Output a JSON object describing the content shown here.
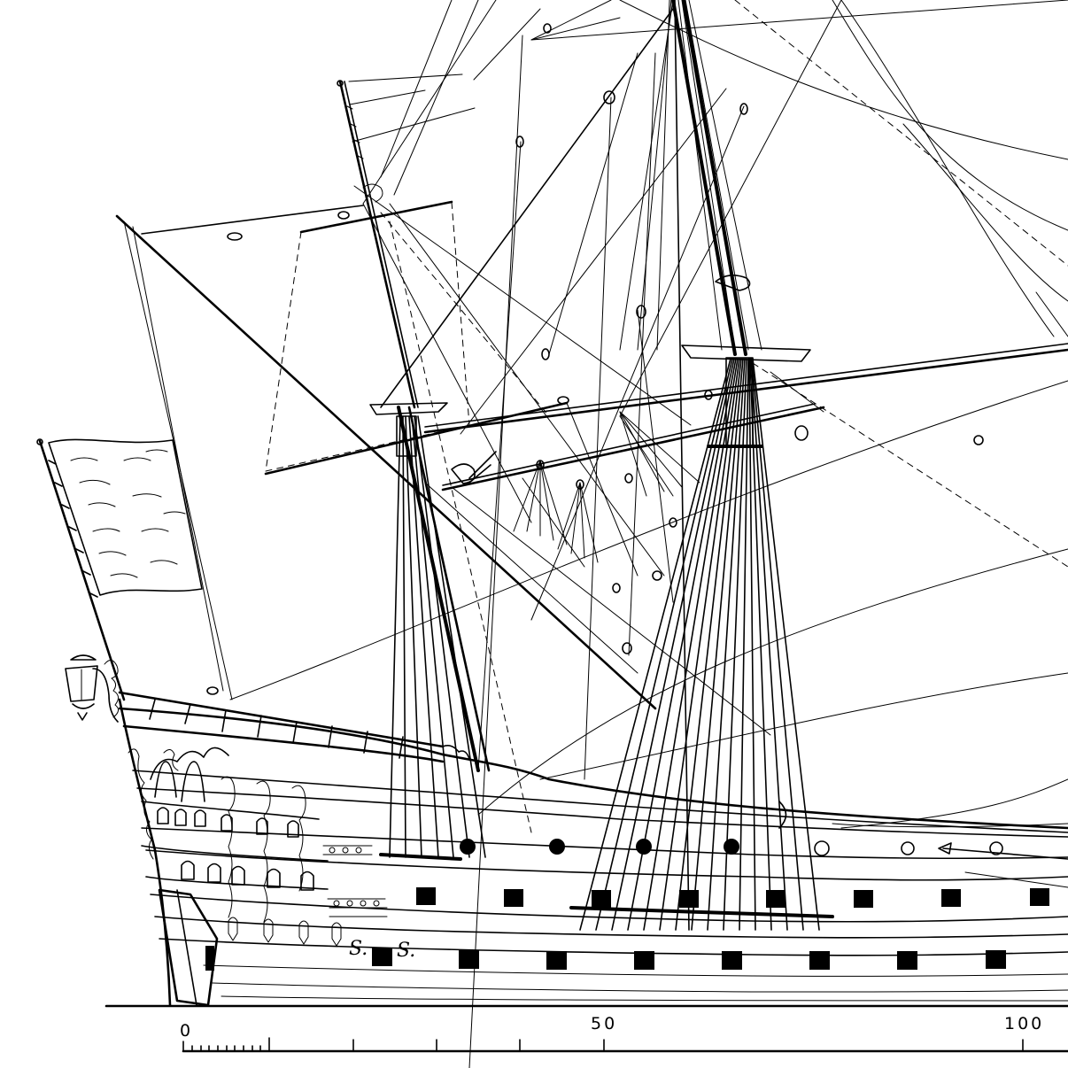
{
  "scale_bar": {
    "labels": [
      "0",
      "50",
      "100"
    ]
  },
  "stern_lettering": [
    "S.",
    "S."
  ],
  "colors": {
    "ink": "#000000",
    "paper": "#ffffff"
  }
}
